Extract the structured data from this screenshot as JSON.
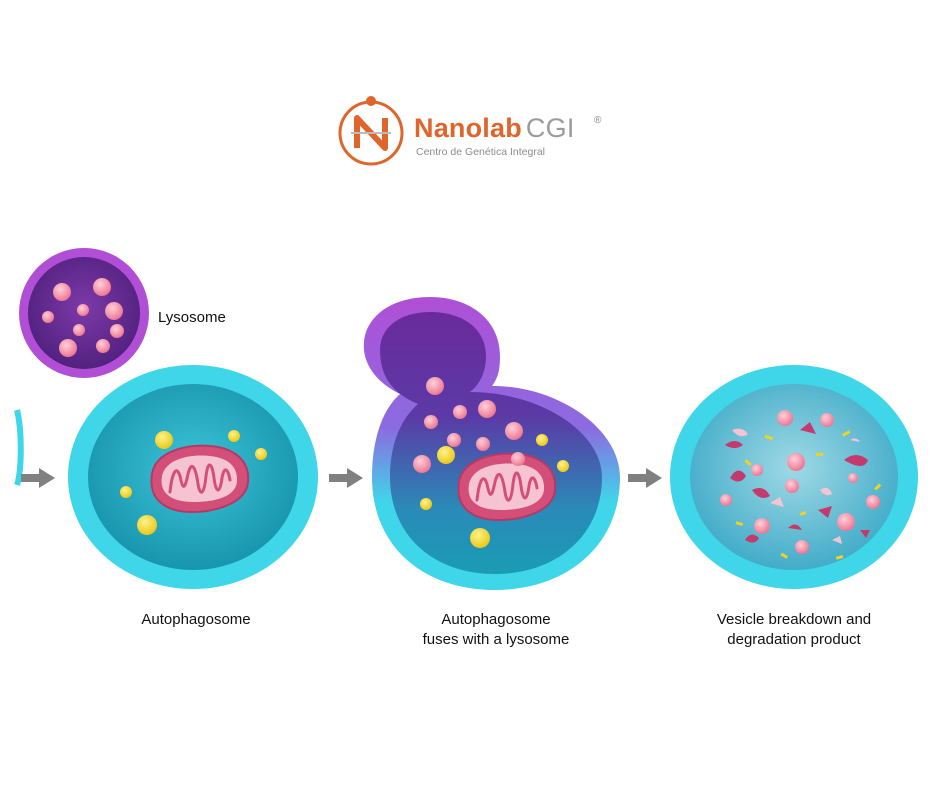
{
  "logo": {
    "icon": "nanolab-n-atom-icon",
    "brand": "Nanolab",
    "suffix": "CGI",
    "registered": "®",
    "tagline": "Centro de Genética Integral",
    "colors": {
      "primary": "#e0652a",
      "secondary": "#9b9b9b"
    }
  },
  "diagram": {
    "labels": {
      "lysosome": "Lysosome",
      "stage1": "Autophagosome",
      "stage2_line1": "Autophagosome",
      "stage2_line2": "fuses with a lysosome",
      "stage3_line1": "Vesicle breakdown and",
      "stage3_line2": "degradation product"
    },
    "arrows": [
      "arrow-icon",
      "arrow-icon",
      "arrow-icon"
    ],
    "colors": {
      "membrane_cyan": "#3fd6ea",
      "lumen_teal": "#22aec4",
      "lysosome_purple": "#b04fd6",
      "lysosome_inner": "#6a2a9c",
      "enzyme_pink": "#f08aa0",
      "granule_yellow": "#f2d21e",
      "mitochondrion": "#d44e7a",
      "arrow_gray": "#808080"
    }
  }
}
